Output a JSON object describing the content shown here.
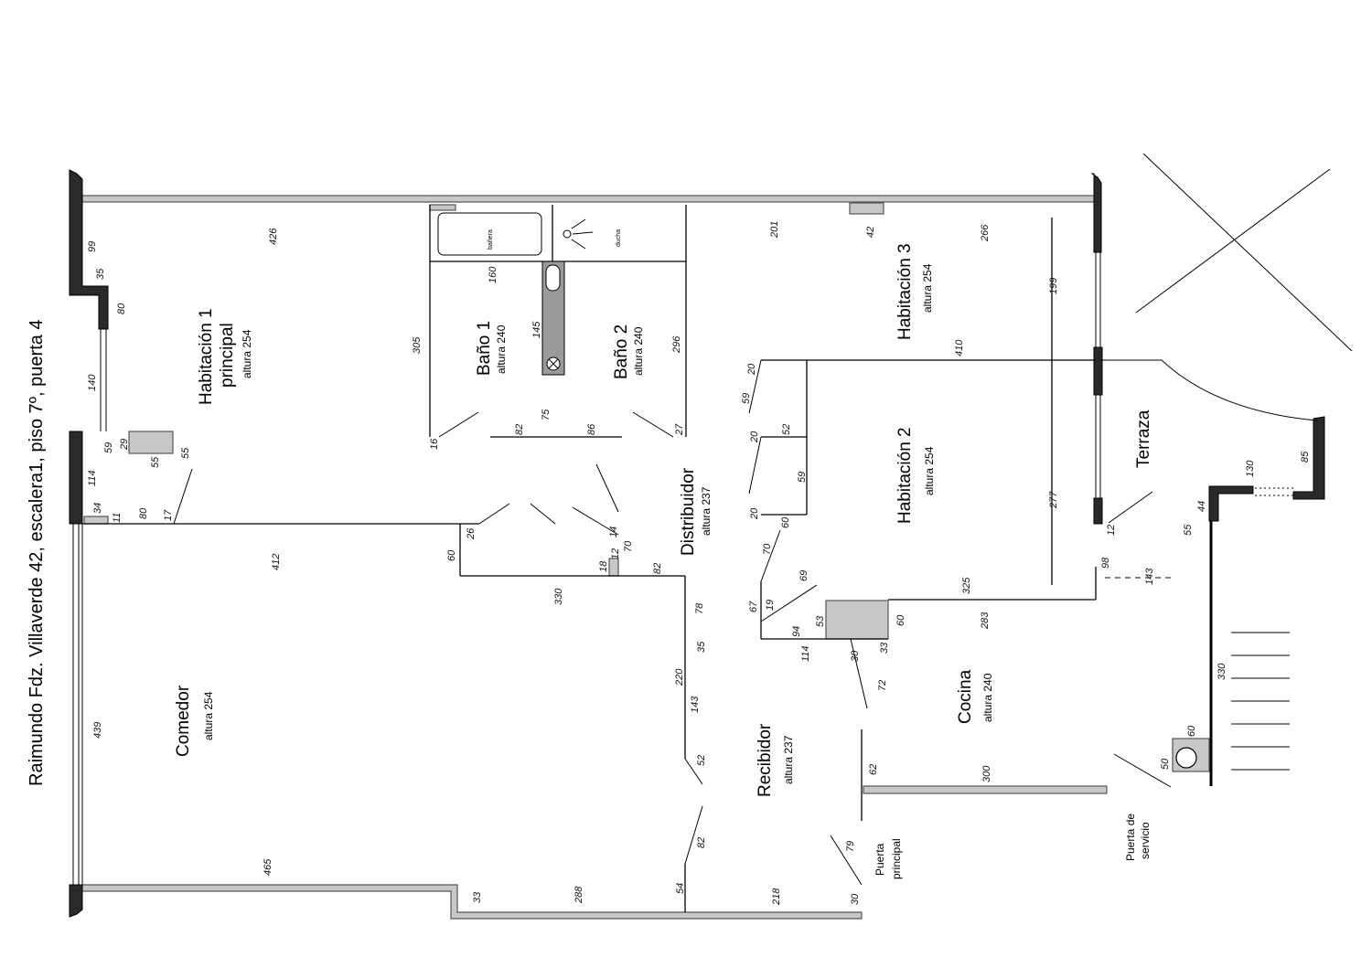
{
  "title": "Raimundo Fdz. Villaverde 42, escalera1, piso 7º, puerta 4",
  "rooms": {
    "habitacion1_line1": "Habitación 1",
    "habitacion1_line2": "principal",
    "habitacion1_height": "altura 254",
    "bano1": "Baño 1",
    "bano1_height": "altura 240",
    "bano2": "Baño 2",
    "bano2_height": "altura 240",
    "habitacion3": "Habitación 3",
    "habitacion3_height": "altura 254",
    "habitacion2": "Habitación 2",
    "habitacion2_height": "altura 254",
    "distribuidor": "Distribuidor",
    "distribuidor_height": "altura 237",
    "comedor": "Comedor",
    "comedor_height": "altura 254",
    "recibidor": "Recibidor",
    "recibidor_height": "altura 237",
    "cocina": "Cocina",
    "cocina_height": "altura 240",
    "terraza": "Terraza"
  },
  "fixtures": {
    "banera": "bañera",
    "ducha": "ducha"
  },
  "doors": {
    "principal_line1": "Puerta",
    "principal_line2": "principal",
    "servicio_line1": "Puerta de",
    "servicio_line2": "servicio"
  },
  "dimensions": [
    "99",
    "35",
    "80",
    "140",
    "426",
    "305",
    "160",
    "145",
    "75",
    "82",
    "86",
    "16",
    "296",
    "27",
    "201",
    "42",
    "266",
    "199",
    "410",
    "277",
    "20",
    "59",
    "20",
    "52",
    "59",
    "20",
    "60",
    "70",
    "69",
    "67",
    "19",
    "94",
    "53",
    "114",
    "30",
    "33",
    "72",
    "60",
    "283",
    "325",
    "12",
    "98",
    "143",
    "55",
    "44",
    "130",
    "85",
    "330",
    "60",
    "50",
    "59",
    "29",
    "55",
    "114",
    "34",
    "11",
    "80",
    "17",
    "55",
    "412",
    "26",
    "60",
    "330",
    "18",
    "12",
    "14",
    "70",
    "82",
    "78",
    "35",
    "220",
    "143",
    "52",
    "439",
    "465",
    "33",
    "288",
    "54",
    "82",
    "218",
    "79",
    "30",
    "62",
    "300"
  ]
}
